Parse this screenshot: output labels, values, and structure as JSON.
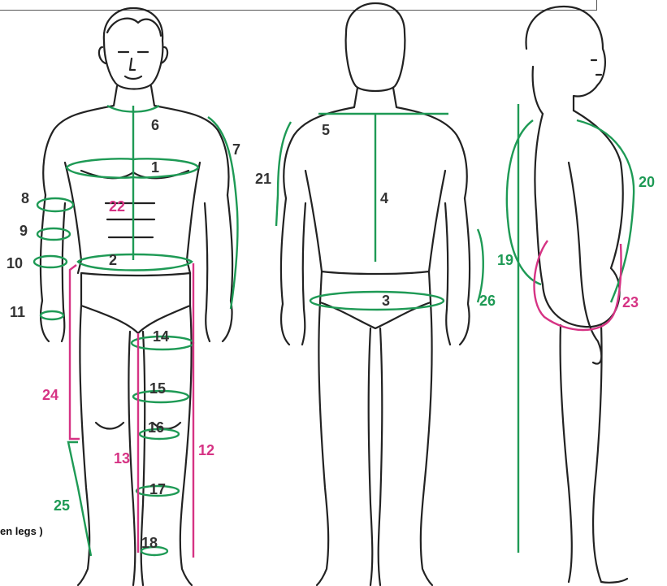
{
  "colors": {
    "outline": "#222222",
    "green": "#1e9a55",
    "pink": "#d63384",
    "dark_label": "#333333"
  },
  "note_text": "en legs )",
  "labels": [
    {
      "id": "label-1",
      "text": "1",
      "color": "dark"
    },
    {
      "id": "label-2",
      "text": "2",
      "color": "dark"
    },
    {
      "id": "label-3",
      "text": "3",
      "color": "dark"
    },
    {
      "id": "label-4",
      "text": "4",
      "color": "dark"
    },
    {
      "id": "label-5",
      "text": "5",
      "color": "dark"
    },
    {
      "id": "label-6",
      "text": "6",
      "color": "dark"
    },
    {
      "id": "label-7",
      "text": "7",
      "color": "dark"
    },
    {
      "id": "label-8",
      "text": "8",
      "color": "dark"
    },
    {
      "id": "label-9",
      "text": "9",
      "color": "dark"
    },
    {
      "id": "label-10",
      "text": "10",
      "color": "dark"
    },
    {
      "id": "label-11",
      "text": "11",
      "color": "dark"
    },
    {
      "id": "label-12",
      "text": "12",
      "color": "pink"
    },
    {
      "id": "label-13",
      "text": "13",
      "color": "pink"
    },
    {
      "id": "label-14",
      "text": "14",
      "color": "dark"
    },
    {
      "id": "label-15",
      "text": "15",
      "color": "dark"
    },
    {
      "id": "label-16",
      "text": "16",
      "color": "dark"
    },
    {
      "id": "label-17",
      "text": "17",
      "color": "dark"
    },
    {
      "id": "label-18",
      "text": "18",
      "color": "dark"
    },
    {
      "id": "label-19",
      "text": "19",
      "color": "green"
    },
    {
      "id": "label-20",
      "text": "20",
      "color": "green"
    },
    {
      "id": "label-21",
      "text": "21",
      "color": "dark"
    },
    {
      "id": "label-22",
      "text": "22",
      "color": "pink"
    },
    {
      "id": "label-23",
      "text": "23",
      "color": "pink"
    },
    {
      "id": "label-24",
      "text": "24",
      "color": "pink"
    },
    {
      "id": "label-25",
      "text": "25",
      "color": "green"
    },
    {
      "id": "label-26",
      "text": "26",
      "color": "green"
    }
  ]
}
